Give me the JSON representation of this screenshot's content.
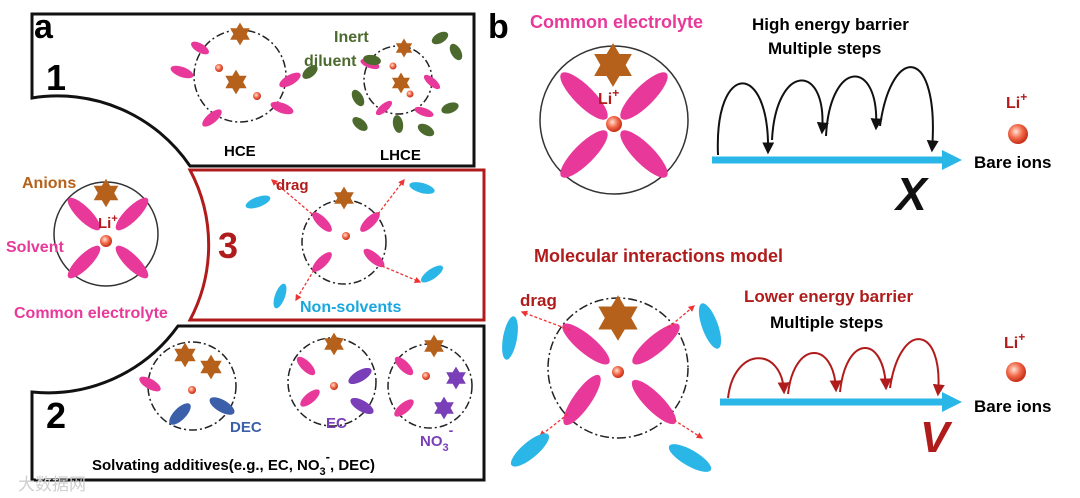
{
  "colors": {
    "pink": "#e8389a",
    "anion": "#b5611b",
    "arrow_blue": "#2bb6e8",
    "diluent_green": "#4d6a2e",
    "dark_red": "#b01c1c",
    "dec_blue": "#3b5fa8",
    "ec_purple": "#7a3fb8",
    "label_blue": "#1aa7dd"
  },
  "panel_a": {
    "letter": "a",
    "center": {
      "anions_label": "Anions",
      "li_label": "Li",
      "li_sup": "+",
      "solvent_label": "Solvent",
      "common_label": "Common electrolyte"
    },
    "box1": {
      "number": "1",
      "hce": "HCE",
      "lhce": "LHCE",
      "inert": "Inert",
      "diluent": "diluent"
    },
    "box3": {
      "number": "3",
      "drag": "drag",
      "nonsolvents": "Non-solvents"
    },
    "box2": {
      "number": "2",
      "dec": "DEC",
      "ec": "EC",
      "no3": "NO",
      "no3_sub": "3",
      "no3_sup": "-",
      "caption_a": "Solvating additives(e.g., EC, NO",
      "caption_sub": "3",
      "caption_sup": "-",
      "caption_b": ", DEC)"
    }
  },
  "panel_b": {
    "letter": "b",
    "top": {
      "title": "Common electrolyte",
      "li": "Li",
      "li_sup": "+",
      "barrier1": "High energy barrier",
      "barrier2": "Multiple steps",
      "bare_li": "Li",
      "bare_li_sup": "+",
      "bare": "Bare ions",
      "mark": "X"
    },
    "bottom": {
      "title": "Molecular interactions model",
      "drag": "drag",
      "barrier1": "Lower energy barrier",
      "barrier2": "Multiple steps",
      "bare_li": "Li",
      "bare_li_sup": "+",
      "bare": "Bare ions",
      "mark": "V"
    }
  },
  "watermark": "大数据网"
}
